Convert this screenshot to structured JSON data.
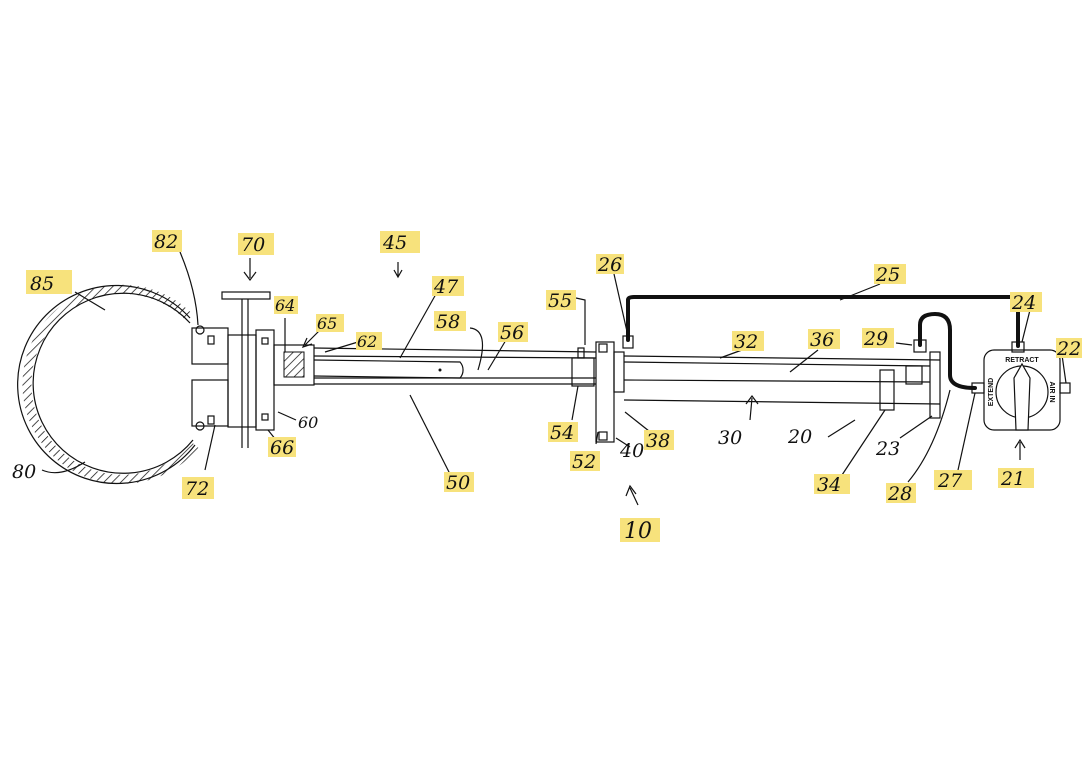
{
  "highlight_color": "#f7e27c",
  "labels": {
    "l82": "82",
    "l70": "70",
    "l45": "45",
    "l85": "85",
    "l64": "64",
    "l65": "65",
    "l62": "62",
    "l47": "47",
    "l58": "58",
    "l56": "56",
    "l55": "55",
    "l26": "26",
    "l25": "25",
    "l24": "24",
    "l22": "22",
    "l29": "29",
    "l32": "32",
    "l36": "36",
    "l54": "54",
    "l52": "52",
    "l40": "40",
    "l38": "38",
    "l30": "30",
    "l20": "20",
    "l23": "23",
    "l34": "34",
    "l28": "28",
    "l27": "27",
    "l21": "21",
    "l60": "60",
    "l66": "66",
    "l72": "72",
    "l80": "80",
    "l50": "50",
    "l10": "10"
  },
  "control_valve": {
    "retract": "RETRACT",
    "extend": "EXTEND",
    "air_in": "AIR IN"
  }
}
